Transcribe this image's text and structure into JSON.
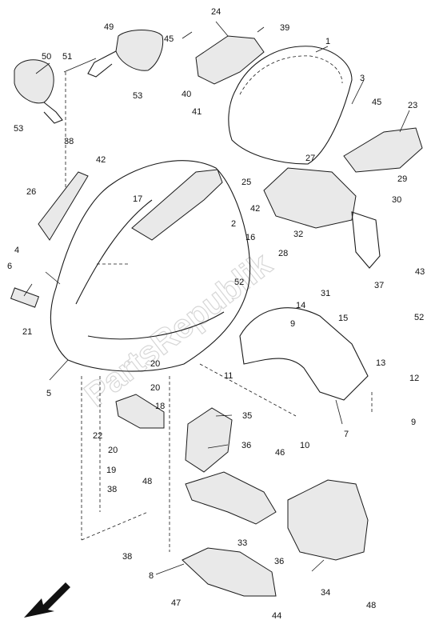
{
  "watermark": "PartsRepublik",
  "direction_arrow": "front-direction-arrow",
  "callouts": [
    {
      "id": "c1",
      "text": "1"
    },
    {
      "id": "c2",
      "text": "2"
    },
    {
      "id": "c3",
      "text": "3"
    },
    {
      "id": "c4",
      "text": "4"
    },
    {
      "id": "c5",
      "text": "5"
    },
    {
      "id": "c6",
      "text": "6"
    },
    {
      "id": "c7",
      "text": "7"
    },
    {
      "id": "c8",
      "text": "8"
    },
    {
      "id": "c9a",
      "text": "9"
    },
    {
      "id": "c9b",
      "text": "9"
    },
    {
      "id": "c10",
      "text": "10"
    },
    {
      "id": "c11",
      "text": "11"
    },
    {
      "id": "c12",
      "text": "12"
    },
    {
      "id": "c13",
      "text": "13"
    },
    {
      "id": "c14",
      "text": "14"
    },
    {
      "id": "c15",
      "text": "15"
    },
    {
      "id": "c16",
      "text": "16"
    },
    {
      "id": "c17",
      "text": "17"
    },
    {
      "id": "c18",
      "text": "18"
    },
    {
      "id": "c19",
      "text": "19"
    },
    {
      "id": "c20a",
      "text": "20"
    },
    {
      "id": "c20b",
      "text": "20"
    },
    {
      "id": "c20c",
      "text": "20"
    },
    {
      "id": "c21",
      "text": "21"
    },
    {
      "id": "c22",
      "text": "22"
    },
    {
      "id": "c23",
      "text": "23"
    },
    {
      "id": "c24",
      "text": "24"
    },
    {
      "id": "c25",
      "text": "25"
    },
    {
      "id": "c26",
      "text": "26"
    },
    {
      "id": "c27",
      "text": "27"
    },
    {
      "id": "c28",
      "text": "28"
    },
    {
      "id": "c29",
      "text": "29"
    },
    {
      "id": "c30",
      "text": "30"
    },
    {
      "id": "c31",
      "text": "31"
    },
    {
      "id": "c32",
      "text": "32"
    },
    {
      "id": "c33",
      "text": "33"
    },
    {
      "id": "c34",
      "text": "34"
    },
    {
      "id": "c35",
      "text": "35"
    },
    {
      "id": "c36a",
      "text": "36"
    },
    {
      "id": "c36b",
      "text": "36"
    },
    {
      "id": "c37",
      "text": "37"
    },
    {
      "id": "c38a",
      "text": "38"
    },
    {
      "id": "c38b",
      "text": "38"
    },
    {
      "id": "c38c",
      "text": "38"
    },
    {
      "id": "c39",
      "text": "39"
    },
    {
      "id": "c40",
      "text": "40"
    },
    {
      "id": "c41",
      "text": "41"
    },
    {
      "id": "c42a",
      "text": "42"
    },
    {
      "id": "c42b",
      "text": "42"
    },
    {
      "id": "c43",
      "text": "43"
    },
    {
      "id": "c44",
      "text": "44"
    },
    {
      "id": "c45a",
      "text": "45"
    },
    {
      "id": "c45b",
      "text": "45"
    },
    {
      "id": "c46",
      "text": "46"
    },
    {
      "id": "c47",
      "text": "47"
    },
    {
      "id": "c48a",
      "text": "48"
    },
    {
      "id": "c48b",
      "text": "48"
    },
    {
      "id": "c49",
      "text": "49"
    },
    {
      "id": "c50",
      "text": "50"
    },
    {
      "id": "c51",
      "text": "51"
    },
    {
      "id": "c52a",
      "text": "52"
    },
    {
      "id": "c52b",
      "text": "52"
    },
    {
      "id": "c53a",
      "text": "53"
    },
    {
      "id": "c53b",
      "text": "53"
    }
  ]
}
